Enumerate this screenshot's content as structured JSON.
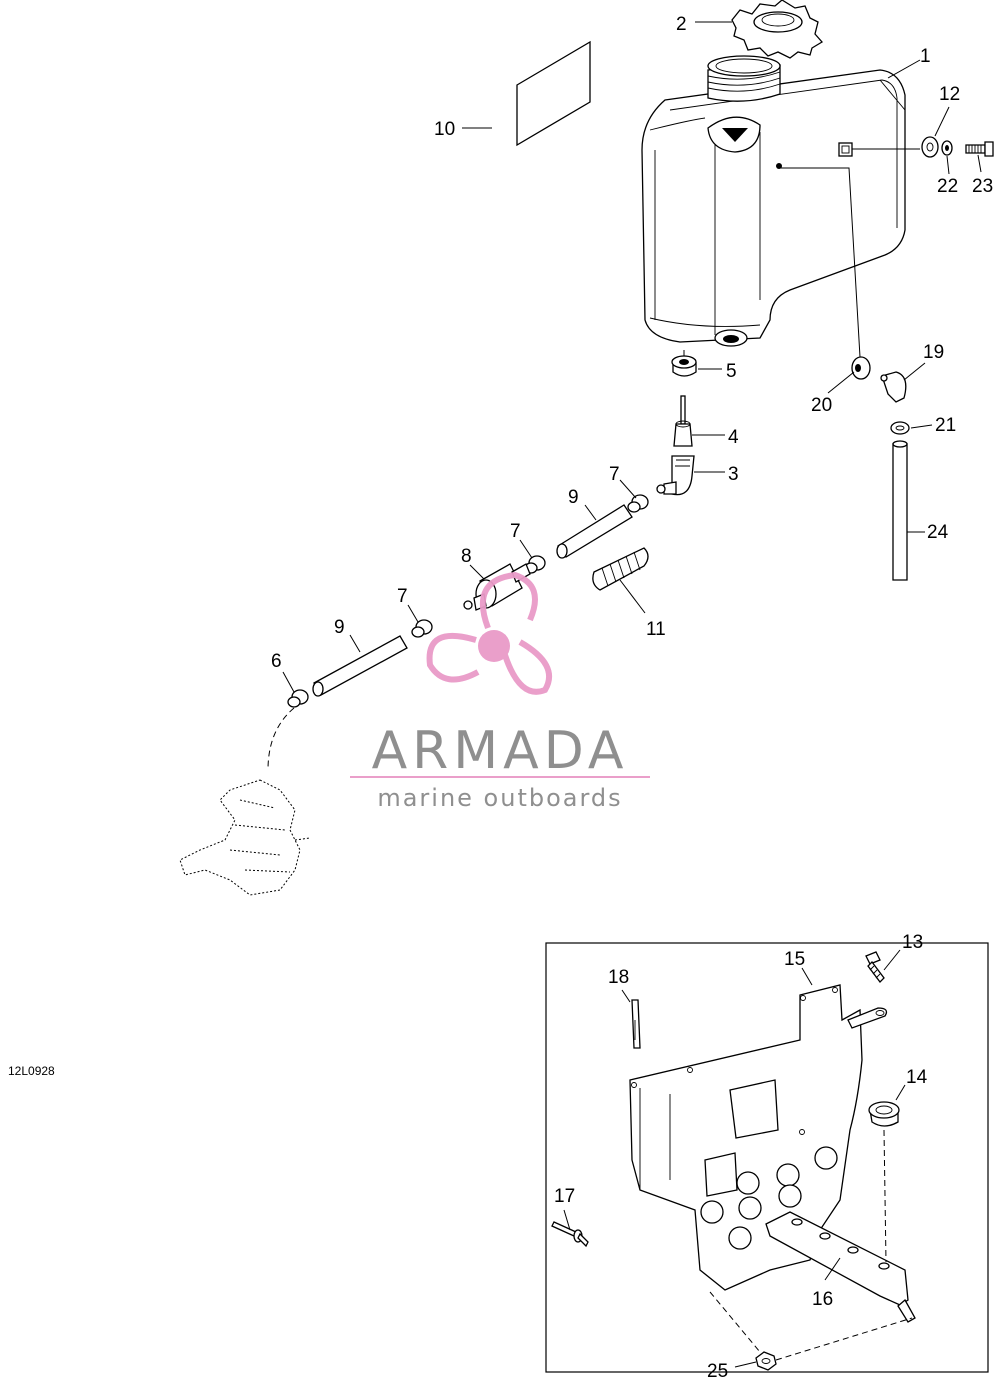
{
  "drawing_code": "12L0928",
  "watermark": {
    "brand": "ARMADA",
    "tagline": "marine outboards",
    "accent_color": "#e99ac8",
    "text_color": "#8a8a8a"
  },
  "callouts": {
    "c1": "1",
    "c2": "2",
    "c3": "3",
    "c4": "4",
    "c5": "5",
    "c6": "6",
    "c7a": "7",
    "c7b": "7",
    "c7c": "7",
    "c8": "8",
    "c9a": "9",
    "c9b": "9",
    "c10": "10",
    "c11": "11",
    "c12": "12",
    "c13": "13",
    "c14": "14",
    "c15": "15",
    "c16": "16",
    "c17": "17",
    "c18": "18",
    "c19": "19",
    "c20": "20",
    "c21": "21",
    "c22": "22",
    "c23": "23",
    "c24": "24",
    "c25": "25"
  }
}
